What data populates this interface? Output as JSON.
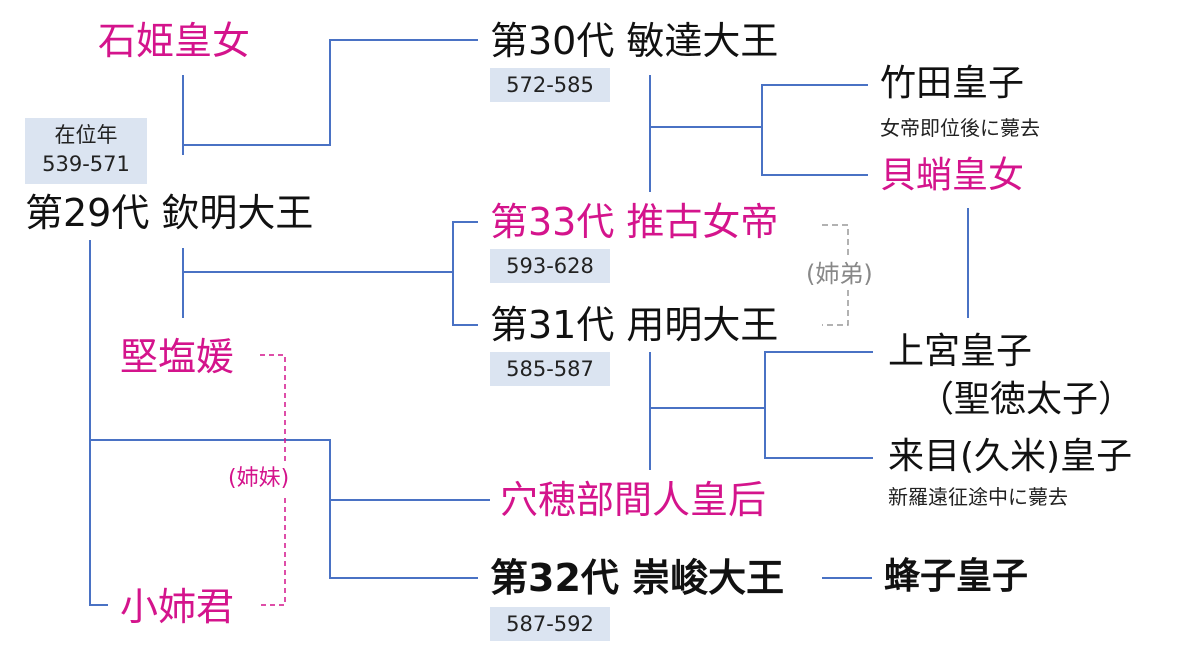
{
  "people": {
    "ishihime": "石姫皇女",
    "kinmei": "第29代 欽明大王",
    "katashiohime": "堅塩媛",
    "oanegimi": "小姉君",
    "bidatsu": "第30代 敏達大王",
    "suiko": "第33代 推古女帝",
    "yomei": "第31代 用明大王",
    "anahobe": "穴穂部間人皇后",
    "sushun": "第32代 崇峻大王",
    "takeda": "竹田皇子",
    "kaitako": "貝蛸皇女",
    "kamitsumiya": "上宮皇子",
    "shotoku": "（聖徳太子）",
    "kume": "来目(久米)皇子",
    "hachiko": "蜂子皇子"
  },
  "reign": {
    "kinmei_label": "在位年",
    "kinmei_years": "539-571",
    "bidatsu": "572-585",
    "suiko": "593-628",
    "yomei": "585-587",
    "sushun": "587-592"
  },
  "notes": {
    "takeda": "女帝即位後に薨去",
    "kume": "新羅遠征途中に薨去",
    "siblings_brother": "(姉弟)",
    "siblings_sister": "(姉妹)"
  },
  "colors": {
    "line": "#4a72c4",
    "pink": "#d4148c",
    "dashed_gray": "#999999",
    "badge_bg": "#dbe4f1"
  }
}
